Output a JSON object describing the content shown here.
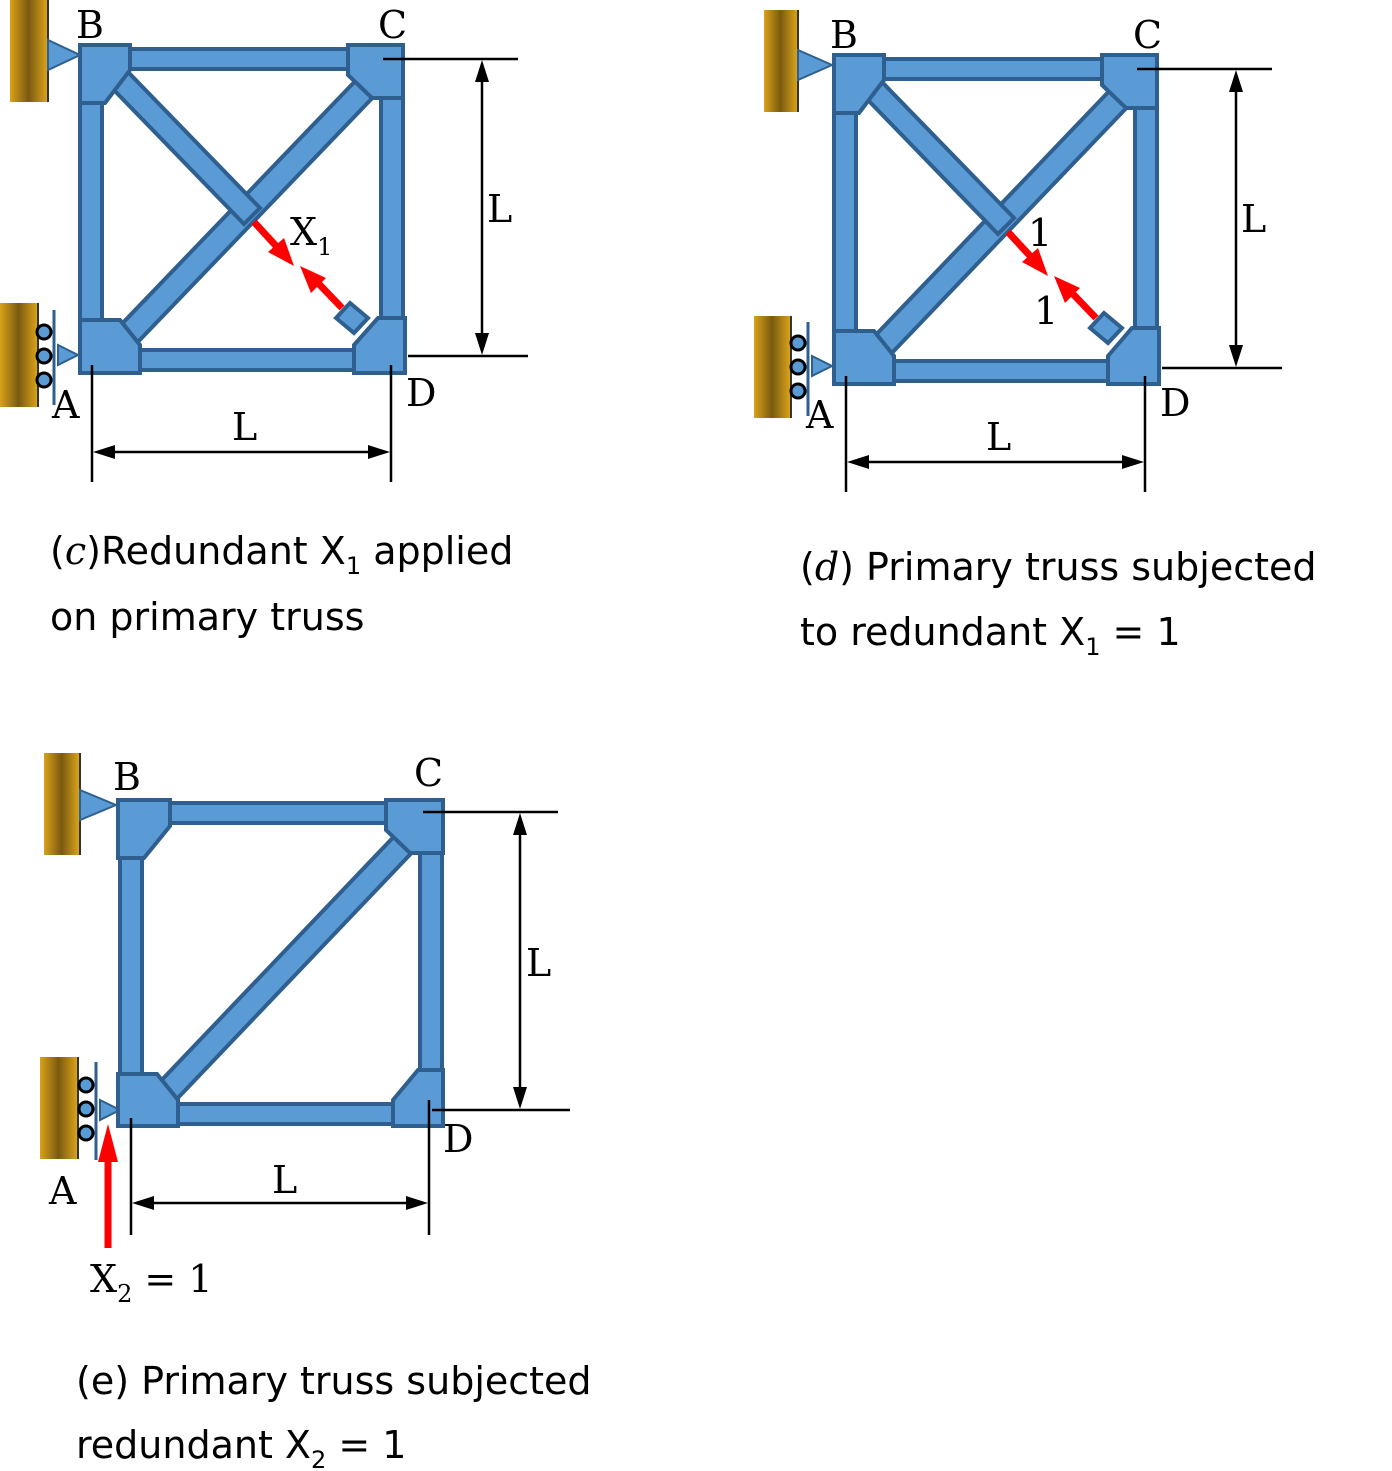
{
  "panel_c": {
    "labels": {
      "B": "B",
      "C": "C",
      "A": "A",
      "D": "D",
      "L_vertical": "L",
      "L_horizontal": "L"
    },
    "force_label": "X",
    "force_label_sub": "1",
    "caption_line1_prefix": "(",
    "caption_line1_italic": "c",
    "caption_line1_mid": ")Redundant X",
    "caption_line1_sub": "1",
    "caption_line1_suffix": " applied",
    "caption_line2": "on primary truss"
  },
  "panel_d": {
    "labels": {
      "B": "B",
      "C": "C",
      "A": "A",
      "D": "D",
      "L_vertical": "L",
      "L_horizontal": "L"
    },
    "force_label_top": "1",
    "force_label_bottom": "1",
    "caption_line1_prefix": "(",
    "caption_line1_italic": "d",
    "caption_line1_suffix": ") Primary truss subjected",
    "caption_line2_prefix": "to redundant X",
    "caption_line2_sub": "1",
    "caption_line2_suffix": "  = 1"
  },
  "panel_e": {
    "labels": {
      "B": "B",
      "C": "C",
      "A": "A",
      "D": "D",
      "L_vertical": "L",
      "L_horizontal": "L"
    },
    "force_label": "X",
    "force_label_sub": "2",
    "force_label_suffix": " = 1",
    "caption_line1": "(e) Primary truss subjected",
    "caption_line2_prefix": "redundant X",
    "caption_line2_sub": "2",
    "caption_line2_suffix": " = 1"
  },
  "colors": {
    "member_fill": "#5b9bd5",
    "member_stroke": "#2e5f8f",
    "support_wall": "#c8960c",
    "force_arrow": "#ff0000"
  }
}
